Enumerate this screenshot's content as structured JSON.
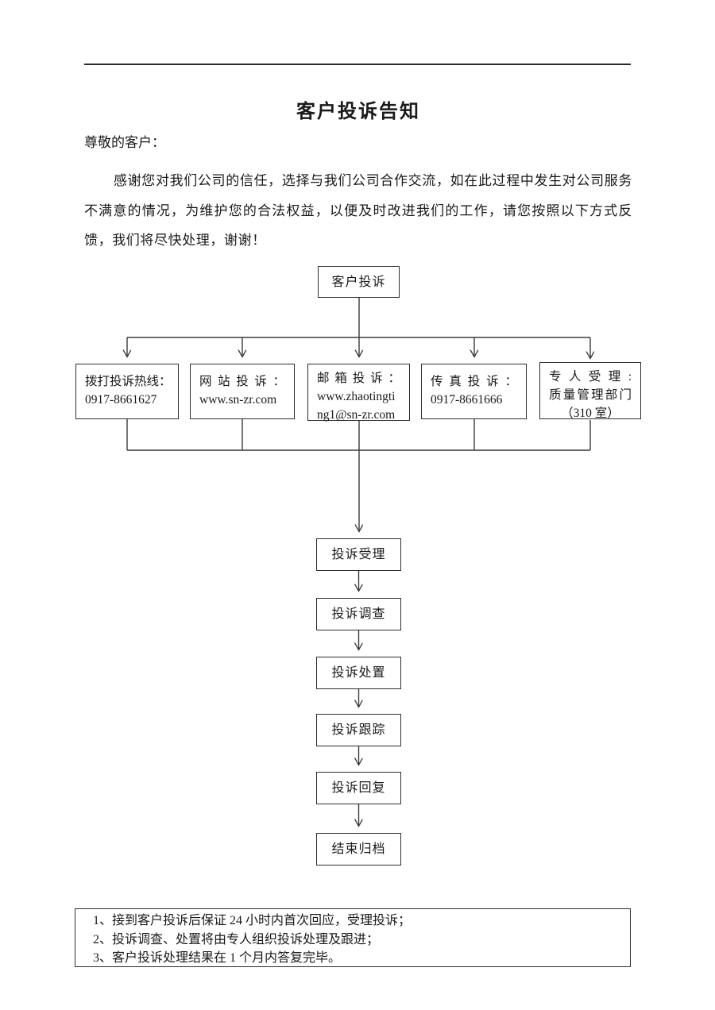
{
  "page": {
    "title": "客户投诉告知",
    "salutation": "尊敬的客户：",
    "body_paragraph": "感谢您对我们公司的信任，选择与我们公司合作交流，如在此过程中发生对公司服务不满意的情况，为维护您的合法权益，以便及时改进我们的工作，请您按照以下方式反馈，我们将尽快处理，谢谢！"
  },
  "flowchart": {
    "start": "客户投诉",
    "channels": [
      {
        "line1": "拨打投诉热线：",
        "line2": "0917-8661627"
      },
      {
        "line1": "网站投诉：",
        "line2": "www.sn-zr.com"
      },
      {
        "line1": "邮箱投诉：",
        "line2": "www.zhaotingti",
        "line3": "ng1@sn-zr.com"
      },
      {
        "line1": "传真投诉：",
        "line2": "0917-8661666"
      },
      {
        "line1": "专人受理:",
        "line2": "质量管理部门",
        "line3": "（310 室）"
      }
    ],
    "steps": [
      "投诉受理",
      "投诉调查",
      "投诉处置",
      "投诉跟踪",
      "投诉回复",
      "结束归档"
    ]
  },
  "notes": {
    "items": [
      "1、接到客户投诉后保证 24 小时内首次回应，受理投诉；",
      "2、投诉调查、处置将由专人组织投诉处理及跟进；",
      "3、客户投诉处理结果在 1 个月内答复完毕。"
    ]
  },
  "colors": {
    "text": "#1a1a1a",
    "line": "#3a3a3a",
    "background": "#ffffff"
  }
}
